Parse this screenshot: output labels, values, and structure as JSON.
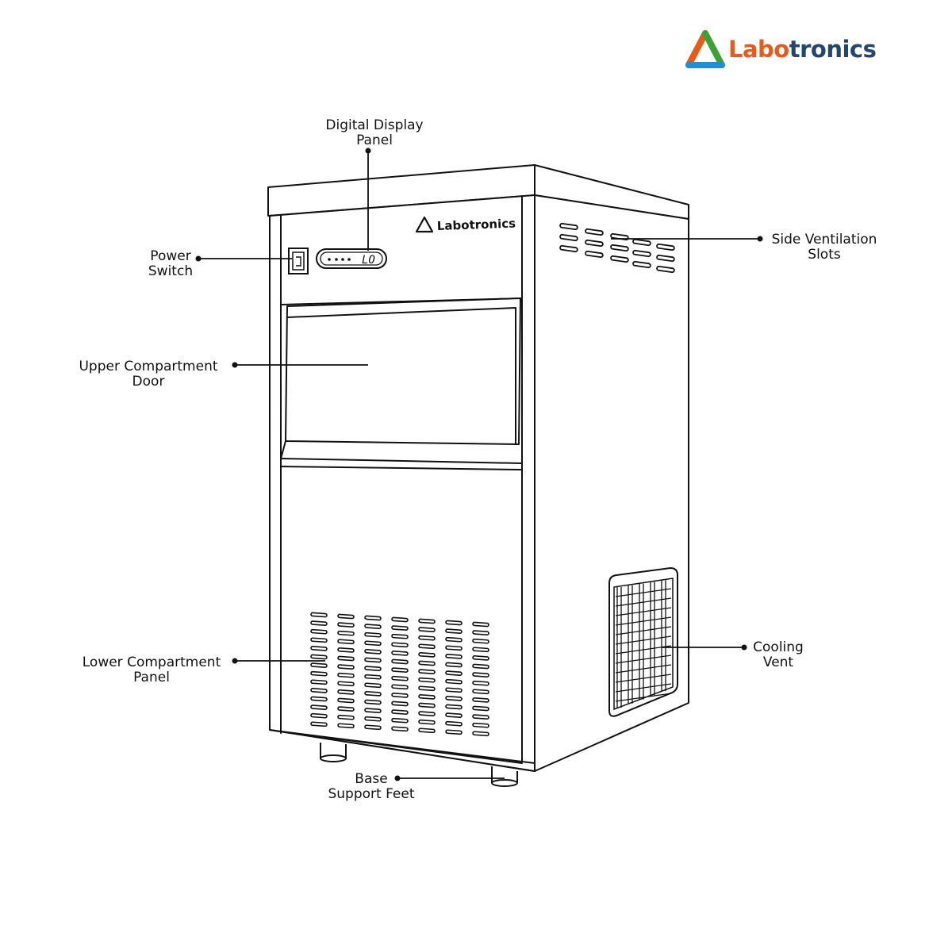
{
  "brand": {
    "logo_part1": "Labo",
    "logo_part2": "tronics",
    "panel_brand": "Labotronics",
    "colors": {
      "orange": "#e8591a",
      "navy": "#23466e",
      "green": "#3aa335",
      "blue": "#1f8fd1",
      "yellow": "#f2c21b"
    }
  },
  "display": {
    "readout": "LO"
  },
  "labels": {
    "digital_display": {
      "line1": "Digital Display",
      "line2": "Panel"
    },
    "power_switch": {
      "line1": "Power",
      "line2": "Switch"
    },
    "upper_door": {
      "line1": "Upper Compartment",
      "line2": "Door"
    },
    "lower_panel": {
      "line1": "Lower Compartment",
      "line2": "Panel"
    },
    "base_feet": {
      "line1": "Base",
      "line2": "Support Feet"
    },
    "side_vents": {
      "line1": "Side Ventilation",
      "line2": "Slots"
    },
    "cooling_vent": {
      "line1": "Cooling",
      "line2": "Vent"
    }
  }
}
